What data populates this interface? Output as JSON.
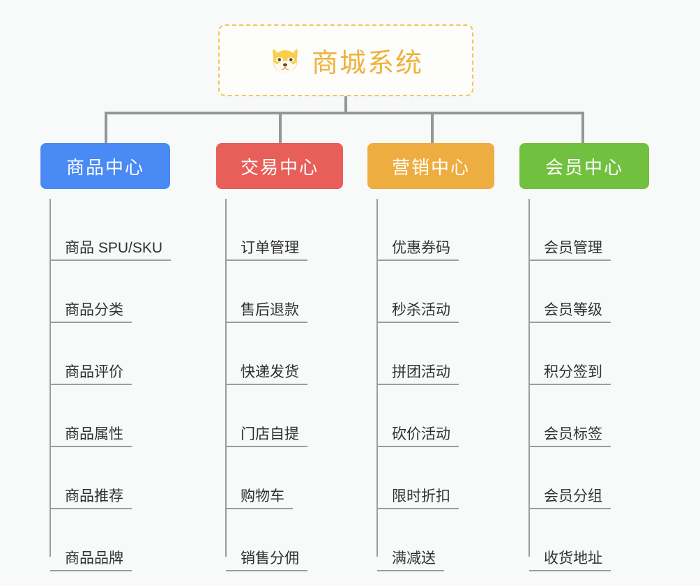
{
  "root": {
    "icon": "shiba-inu-emoji",
    "title": "商城系统",
    "border_color": "#f0c55a",
    "text_color": "#efb23c"
  },
  "connector_color": "#949799",
  "background_color": "#f8f9f9",
  "columns": [
    {
      "header": "商品中心",
      "color": "#4a8af4",
      "items": [
        "商品 SPU/SKU",
        "商品分类",
        "商品评价",
        "商品属性",
        "商品推荐",
        "商品品牌"
      ]
    },
    {
      "header": "交易中心",
      "color": "#e85f5a",
      "items": [
        "订单管理",
        "售后退款",
        "快递发货",
        "门店自提",
        "购物车",
        "销售分佣"
      ]
    },
    {
      "header": "营销中心",
      "color": "#eead41",
      "items": [
        "优惠券码",
        "秒杀活动",
        "拼团活动",
        "砍价活动",
        "限时折扣",
        "满减送"
      ]
    },
    {
      "header": "会员中心",
      "color": "#72c040",
      "items": [
        "会员管理",
        "会员等级",
        "积分签到",
        "会员标签",
        "会员分组",
        "收货地址"
      ]
    }
  ]
}
